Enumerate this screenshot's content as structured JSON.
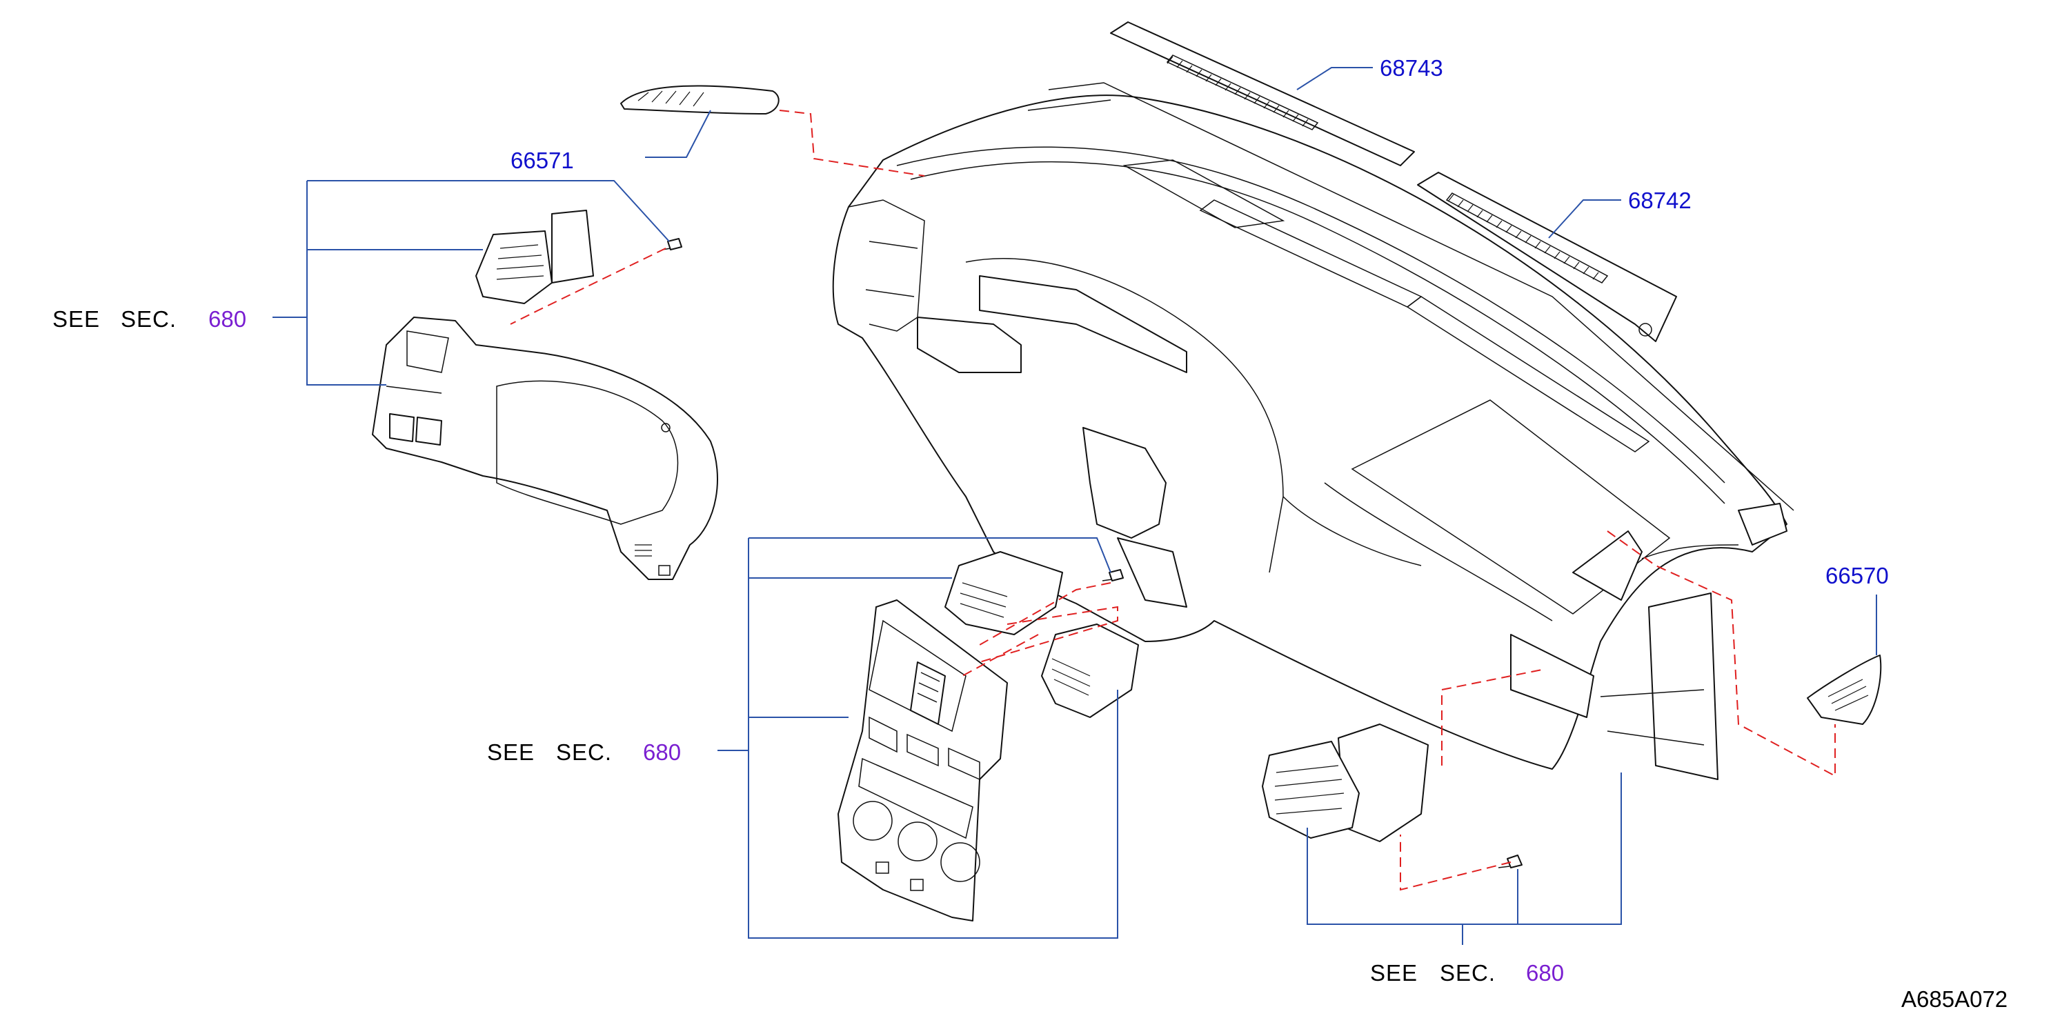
{
  "diagram": {
    "callouts": {
      "p66571": "66571",
      "p68743": "68743",
      "p68742": "68742",
      "p66570": "66570"
    },
    "see_section": {
      "left": {
        "prefix": "SEE",
        "mid": "SEC.",
        "number": "680"
      },
      "center": {
        "prefix": "SEE",
        "mid": "SEC.",
        "number": "680"
      },
      "bottom": {
        "prefix": "SEE",
        "mid": "SEC.",
        "number": "680"
      }
    },
    "reference_code": "A685A072"
  },
  "colors": {
    "part_number": "#1010cc",
    "section_number": "#7a1fd1",
    "leader_line": "#2a52a8",
    "dashed_link": "#e02020",
    "outline": "#111111"
  }
}
